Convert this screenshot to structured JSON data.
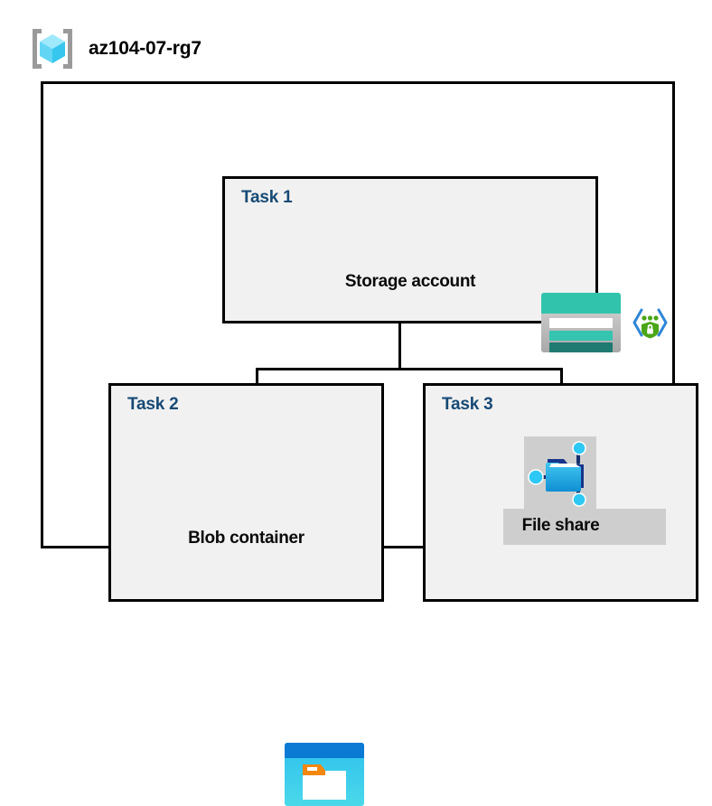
{
  "header": {
    "icon": "resource-group-icon",
    "title": "az104-07-rg7"
  },
  "container": {
    "name": "resource-group-container"
  },
  "tasks": [
    {
      "label": "Task 1",
      "node_caption": "Storage account",
      "icons": [
        "storage-account-icon",
        "secure-endpoint-icon"
      ]
    },
    {
      "label": "Task 2",
      "node_caption": "Blob container",
      "icons": [
        "blob-container-icon"
      ]
    },
    {
      "label": "Task 3",
      "node_caption": "File share",
      "icons": [
        "file-share-icon"
      ],
      "selected": true
    }
  ],
  "colors": {
    "task_label": "#174a75",
    "task_fill": "#f1f1f1",
    "border": "#000000",
    "caption": "#0a0a0a",
    "storage_teal": "#32c3ad",
    "storage_teal_dark": "#1f7a72",
    "blob_blue": "#0a7ad4",
    "blob_cyan": "#4ad9ea",
    "blob_orange": "#f4870f",
    "fileshare_cyan": "#29c2f2",
    "fileshare_navy": "#12307a",
    "selection_gray": "#cecece",
    "shield_green": "#4aa616",
    "bracket_gray": "#9a9a9a",
    "cube_cyan": "#8fe4fb"
  }
}
